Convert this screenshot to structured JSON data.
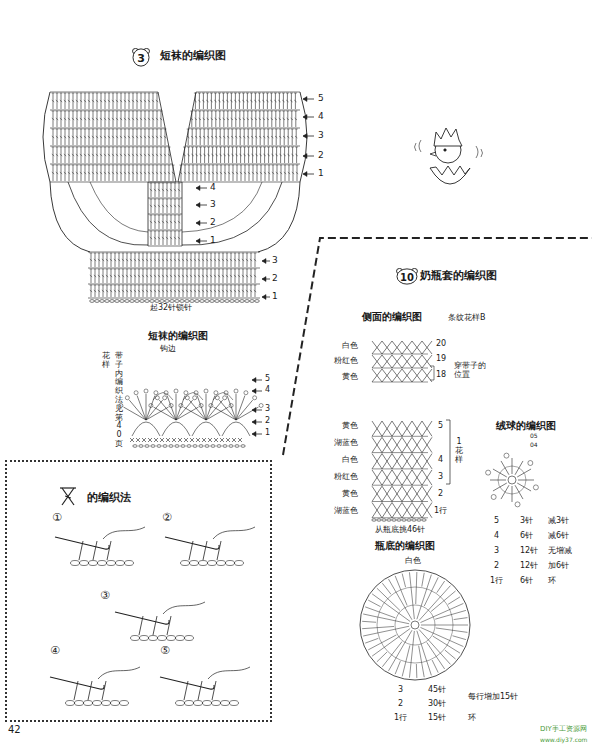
{
  "diagram": {
    "nodes": [
      {
        "text": [
          "3"
        ]
      },
      {
        "text": [
          "10"
        ]
      },
      {
        "text": [
          "的编织法"
        ]
      }
    ],
    "labels": [
      "短袜的编织图",
      "5",
      "4",
      "3",
      "2",
      "1",
      "4",
      "3",
      "2",
      "1",
      "3",
      "2",
      "1",
      "起32针锁针",
      "短袜的编织图",
      "钩边",
      "花样",
      "带子内编织法见第40页",
      "5",
      "4",
      "3",
      "2",
      "1",
      "①",
      "②",
      "③",
      "④",
      "⑤",
      "42",
      "奶瓶套的编织图",
      "侧面的编织图",
      "条纹花样B",
      "白色",
      "粉红色",
      "黄色",
      "20",
      "19",
      "18",
      "穿带子的位置",
      "黄色",
      "湖蓝色",
      "白色",
      "粉红色",
      "黄色",
      "湖蓝色",
      "5",
      "4",
      "3",
      "2",
      "1行",
      "1花样",
      "从瓶底挑46针",
      "绒球的编织图",
      "05",
      "04",
      "5",
      "3针",
      "减3针",
      "4",
      "6针",
      "减6针",
      "3",
      "12针",
      "无增减",
      "2",
      "12针",
      "加6针",
      "1行",
      "6针",
      "环",
      "瓶底的编织图",
      "白色",
      "3",
      "45针",
      "2",
      "30针",
      "每行增加15针",
      "1行",
      "15针",
      "环",
      "DIY手工资源网",
      "www.diy37.com"
    ]
  }
}
